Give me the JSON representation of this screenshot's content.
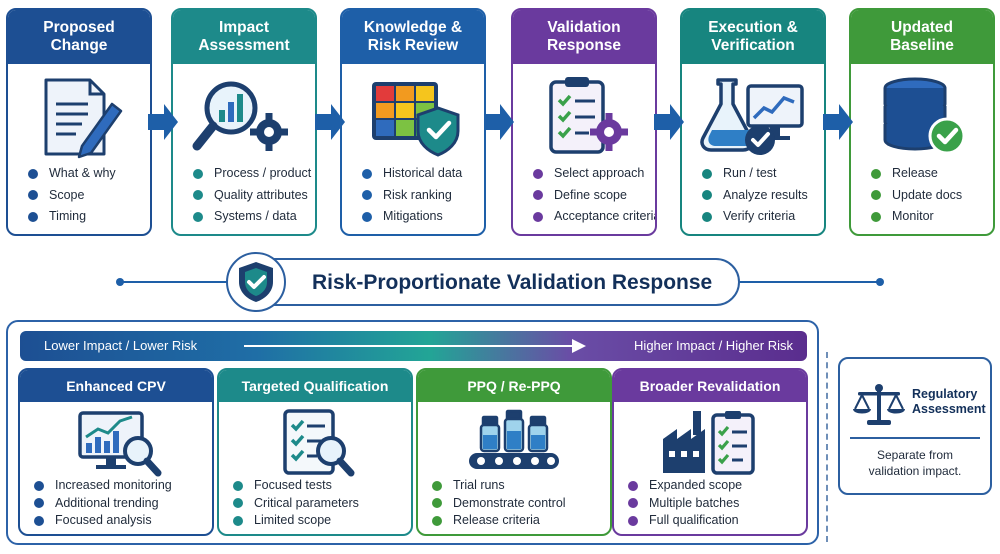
{
  "steps": [
    {
      "title1": "Proposed",
      "title2": "Change",
      "color": "#1d4f93",
      "dot": "#1d4f93",
      "icon": "document-pen-icon",
      "items": [
        "What & why",
        "Scope",
        "Timing"
      ]
    },
    {
      "title1": "Impact",
      "title2": "Assessment",
      "color": "#1d8a8a",
      "dot": "#1d8a8a",
      "icon": "magnifier-gear-icon",
      "items": [
        "Process / product",
        "Quality attributes",
        "Systems / data"
      ]
    },
    {
      "title1": "Knowledge &",
      "title2": "Risk Review",
      "color": "#1e5fa8",
      "dot": "#1e5fa8",
      "icon": "risk-matrix-shield-icon",
      "items": [
        "Historical data",
        "Risk ranking",
        "Mitigations"
      ]
    },
    {
      "title1": "Validation",
      "title2": "Response",
      "color": "#6a3a9e",
      "dot": "#6a3a9e",
      "icon": "clipboard-gear-icon",
      "items": [
        "Select approach",
        "Define scope",
        "Acceptance criteria"
      ]
    },
    {
      "title1": "Execution &",
      "title2": "Verification",
      "color": "#17857f",
      "dot": "#17857f",
      "icon": "flask-monitor-icon",
      "items": [
        "Run / test",
        "Analyze results",
        "Verify criteria"
      ]
    },
    {
      "title1": "Updated",
      "title2": "Baseline",
      "color": "#3f9a3a",
      "dot": "#3f9a3a",
      "icon": "database-check-icon",
      "items": [
        "Release",
        "Update docs",
        "Monitor"
      ]
    }
  ],
  "banner": {
    "title": "Risk-Proportionate Validation Response",
    "icon": "shield-check-icon"
  },
  "scale": {
    "low": "Lower Impact / Lower Risk",
    "high": "Higher Impact / Higher Risk"
  },
  "responses": [
    {
      "title": "Enhanced CPV",
      "color": "#1d4f93",
      "icon": "monitor-trend-icon",
      "items": [
        "Increased monitoring",
        "Additional trending",
        "Focused analysis"
      ]
    },
    {
      "title": "Targeted Qualification",
      "color": "#1d8a8a",
      "icon": "checklist-magnifier-icon",
      "items": [
        "Focused tests",
        "Critical parameters",
        "Limited scope"
      ]
    },
    {
      "title": "PPQ / Re-PPQ",
      "color": "#3f9a3a",
      "icon": "vials-conveyor-icon",
      "items": [
        "Trial runs",
        "Demonstrate control",
        "Release criteria"
      ]
    },
    {
      "title": "Broader Revalidation",
      "color": "#6a3a9e",
      "icon": "factory-checklist-icon",
      "items": [
        "Expanded scope",
        "Multiple batches",
        "Full qualification"
      ]
    }
  ],
  "regulatory": {
    "title1": "Regulatory",
    "title2": "Assessment",
    "note1": "Separate from",
    "note2": "validation impact.",
    "icon": "scales-icon"
  }
}
